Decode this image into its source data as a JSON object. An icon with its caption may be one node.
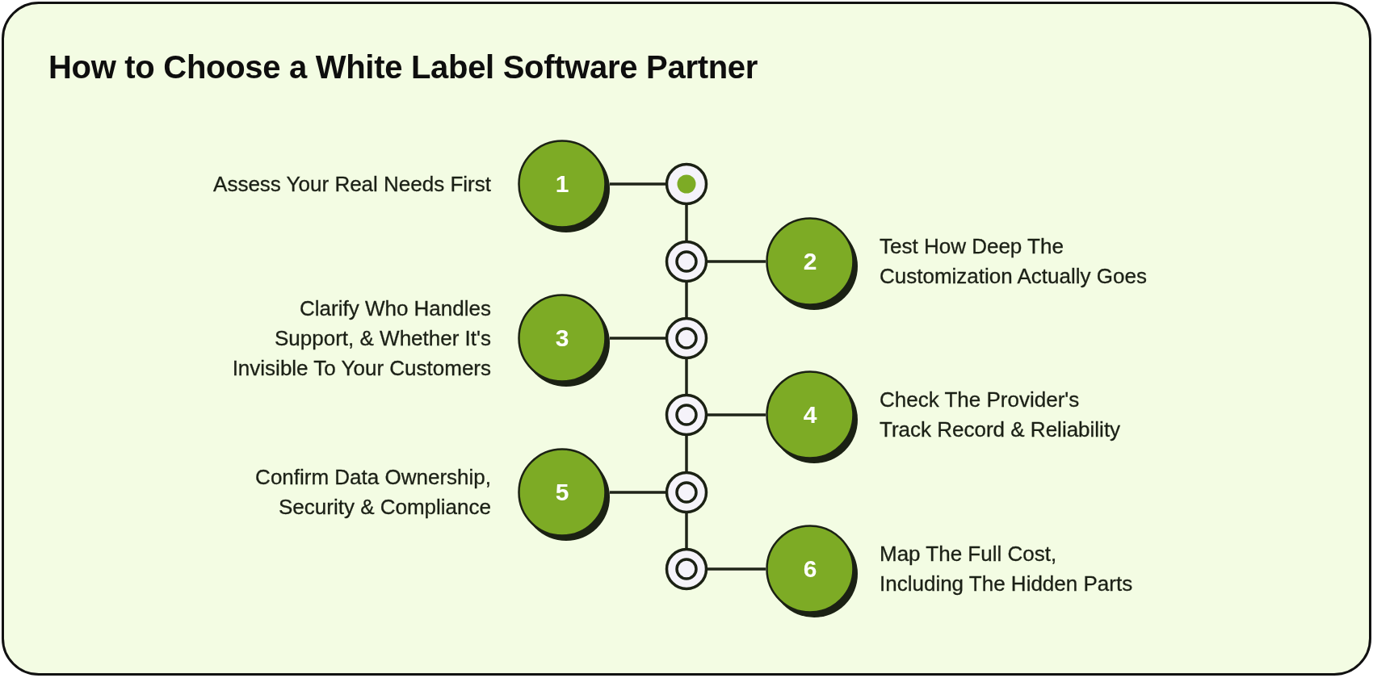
{
  "diagram": {
    "title": "How to Choose a White Label Software Partner",
    "nodes": [
      {
        "text": [
          "1"
        ],
        "beside": [
          "Assess Your Real Needs First"
        ]
      },
      {
        "text": [],
        "shape": "circle"
      },
      {
        "text": [
          "2"
        ],
        "beside": [
          "Test How Deep The Customization Actually Goes"
        ]
      },
      {
        "text": [],
        "shape": "circle"
      },
      {
        "text": [
          "3"
        ],
        "beside": [
          "Clarify Who Handles Support, & Whether It's Invisible To Your Customers"
        ]
      },
      {
        "text": [],
        "shape": "circle"
      },
      {
        "text": [
          "4"
        ],
        "beside": [
          "Check The Provider's Track Record & Reliability"
        ]
      },
      {
        "text": [],
        "shape": "circle"
      },
      {
        "text": [
          "5"
        ],
        "beside": [
          "Confirm Data Ownership, Security & Compliance"
        ]
      },
      {
        "text": [],
        "shape": "circle"
      },
      {
        "text": [
          "6"
        ],
        "beside": [
          "Map The Full Cost, Including The Hidden Parts"
        ]
      },
      {
        "text": [],
        "shape": "circle"
      }
    ],
    "edges": [
      {
        "from": 0,
        "to": 1,
        "arrow": "none"
      },
      {
        "from": 1,
        "to": 3,
        "arrow": "none"
      },
      {
        "from": 2,
        "to": 3,
        "arrow": "none"
      },
      {
        "from": 3,
        "to": 5,
        "arrow": "none"
      },
      {
        "from": 4,
        "to": 5,
        "arrow": "none"
      },
      {
        "from": 5,
        "to": 7,
        "arrow": "none"
      },
      {
        "from": 6,
        "to": 7,
        "arrow": "none"
      },
      {
        "from": 7,
        "to": 9,
        "arrow": "none"
      },
      {
        "from": 8,
        "to": 9,
        "arrow": "none"
      },
      {
        "from": 9,
        "to": 11,
        "arrow": "none"
      },
      {
        "from": 10,
        "to": 11,
        "arrow": "none"
      }
    ]
  }
}
